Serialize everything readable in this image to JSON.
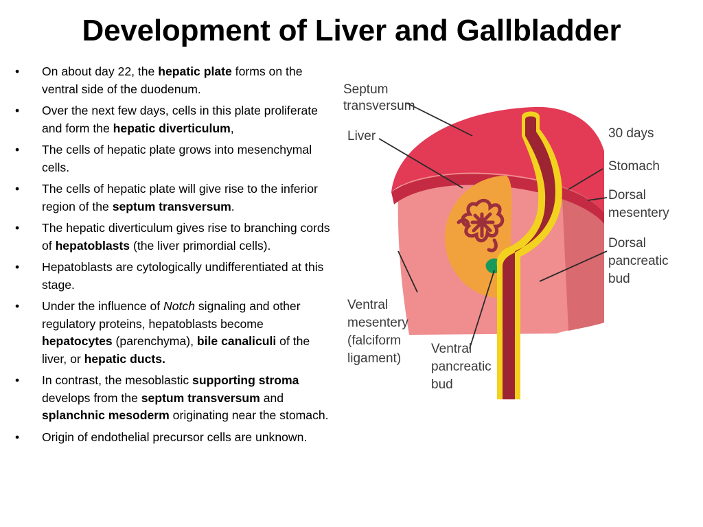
{
  "slide": {
    "title": "Development of Liver and Gallbladder"
  },
  "bullets": [
    [
      {
        "t": "On about day 22, the "
      },
      {
        "t": "hepatic plate",
        "b": true
      },
      {
        "t": " forms on the ventral side of the duodenum."
      }
    ],
    [
      {
        "t": "Over the next few days, cells in this plate proliferate and form the "
      },
      {
        "t": "hepatic diverticulum",
        "b": true
      },
      {
        "t": ","
      }
    ],
    [
      {
        "t": "The cells of hepatic plate grows into mesenchymal cells."
      }
    ],
    [
      {
        "t": "The cells of hepatic plate will give rise to the inferior region of the "
      },
      {
        "t": "septum transversum",
        "b": true
      },
      {
        "t": "."
      }
    ],
    [
      {
        "t": "The hepatic diverticulum gives rise to branching cords of "
      },
      {
        "t": "hepatoblasts",
        "b": true
      },
      {
        "t": " (the liver primordial cells)."
      }
    ],
    [
      {
        "t": "Hepatoblasts are cytologically undifferentiated at this stage."
      }
    ],
    [
      {
        "t": "Under the influence of "
      },
      {
        "t": "Notch",
        "i": true
      },
      {
        "t": " signaling and other regulatory proteins, hepatoblasts become "
      },
      {
        "t": "hepatocytes",
        "b": true
      },
      {
        "t": " (parenchyma), "
      },
      {
        "t": "bile canaliculi",
        "b": true
      },
      {
        "t": " of the liver, or "
      },
      {
        "t": "hepatic ducts.",
        "b": true
      }
    ],
    [
      {
        "t": "In contrast, the mesoblastic "
      },
      {
        "t": "supporting stroma",
        "b": true
      },
      {
        "t": " develops from the "
      },
      {
        "t": "septum transversum",
        "b": true
      },
      {
        "t": " and "
      },
      {
        "t": "splanchnic mesoderm",
        "b": true
      },
      {
        "t": " originating near the stomach."
      }
    ],
    [
      {
        "t": "Origin of endothelial precursor cells are unknown."
      }
    ]
  ],
  "figure": {
    "labels": {
      "septum_1": "Septum",
      "septum_2": "transversum",
      "liver": "Liver",
      "days": "30 days",
      "stomach": "Stomach",
      "dorsal_mes_1": "Dorsal",
      "dorsal_mes_2": "mesentery",
      "dorsal_panc_1": "Dorsal",
      "dorsal_panc_2": "pancreatic",
      "dorsal_panc_3": "bud",
      "ventral_mes_1": "Ventral",
      "ventral_mes_2": "mesentery",
      "ventral_mes_3": "(falciform",
      "ventral_mes_4": "ligament)",
      "ventral_panc_1": "Ventral",
      "ventral_panc_2": "pancreatic",
      "ventral_panc_3": "bud"
    },
    "colors": {
      "septum": "#e33a55",
      "septum_shadow": "#c42b43",
      "body": "#ef8d8f",
      "body_dark": "#d96a70",
      "liver": "#f2a23c",
      "liver_cords": "#9c2f3c",
      "gut_outline": "#f3d21f",
      "gut_lumen": "#9d2432",
      "ventral_bud": "#1a9a5a"
    }
  }
}
